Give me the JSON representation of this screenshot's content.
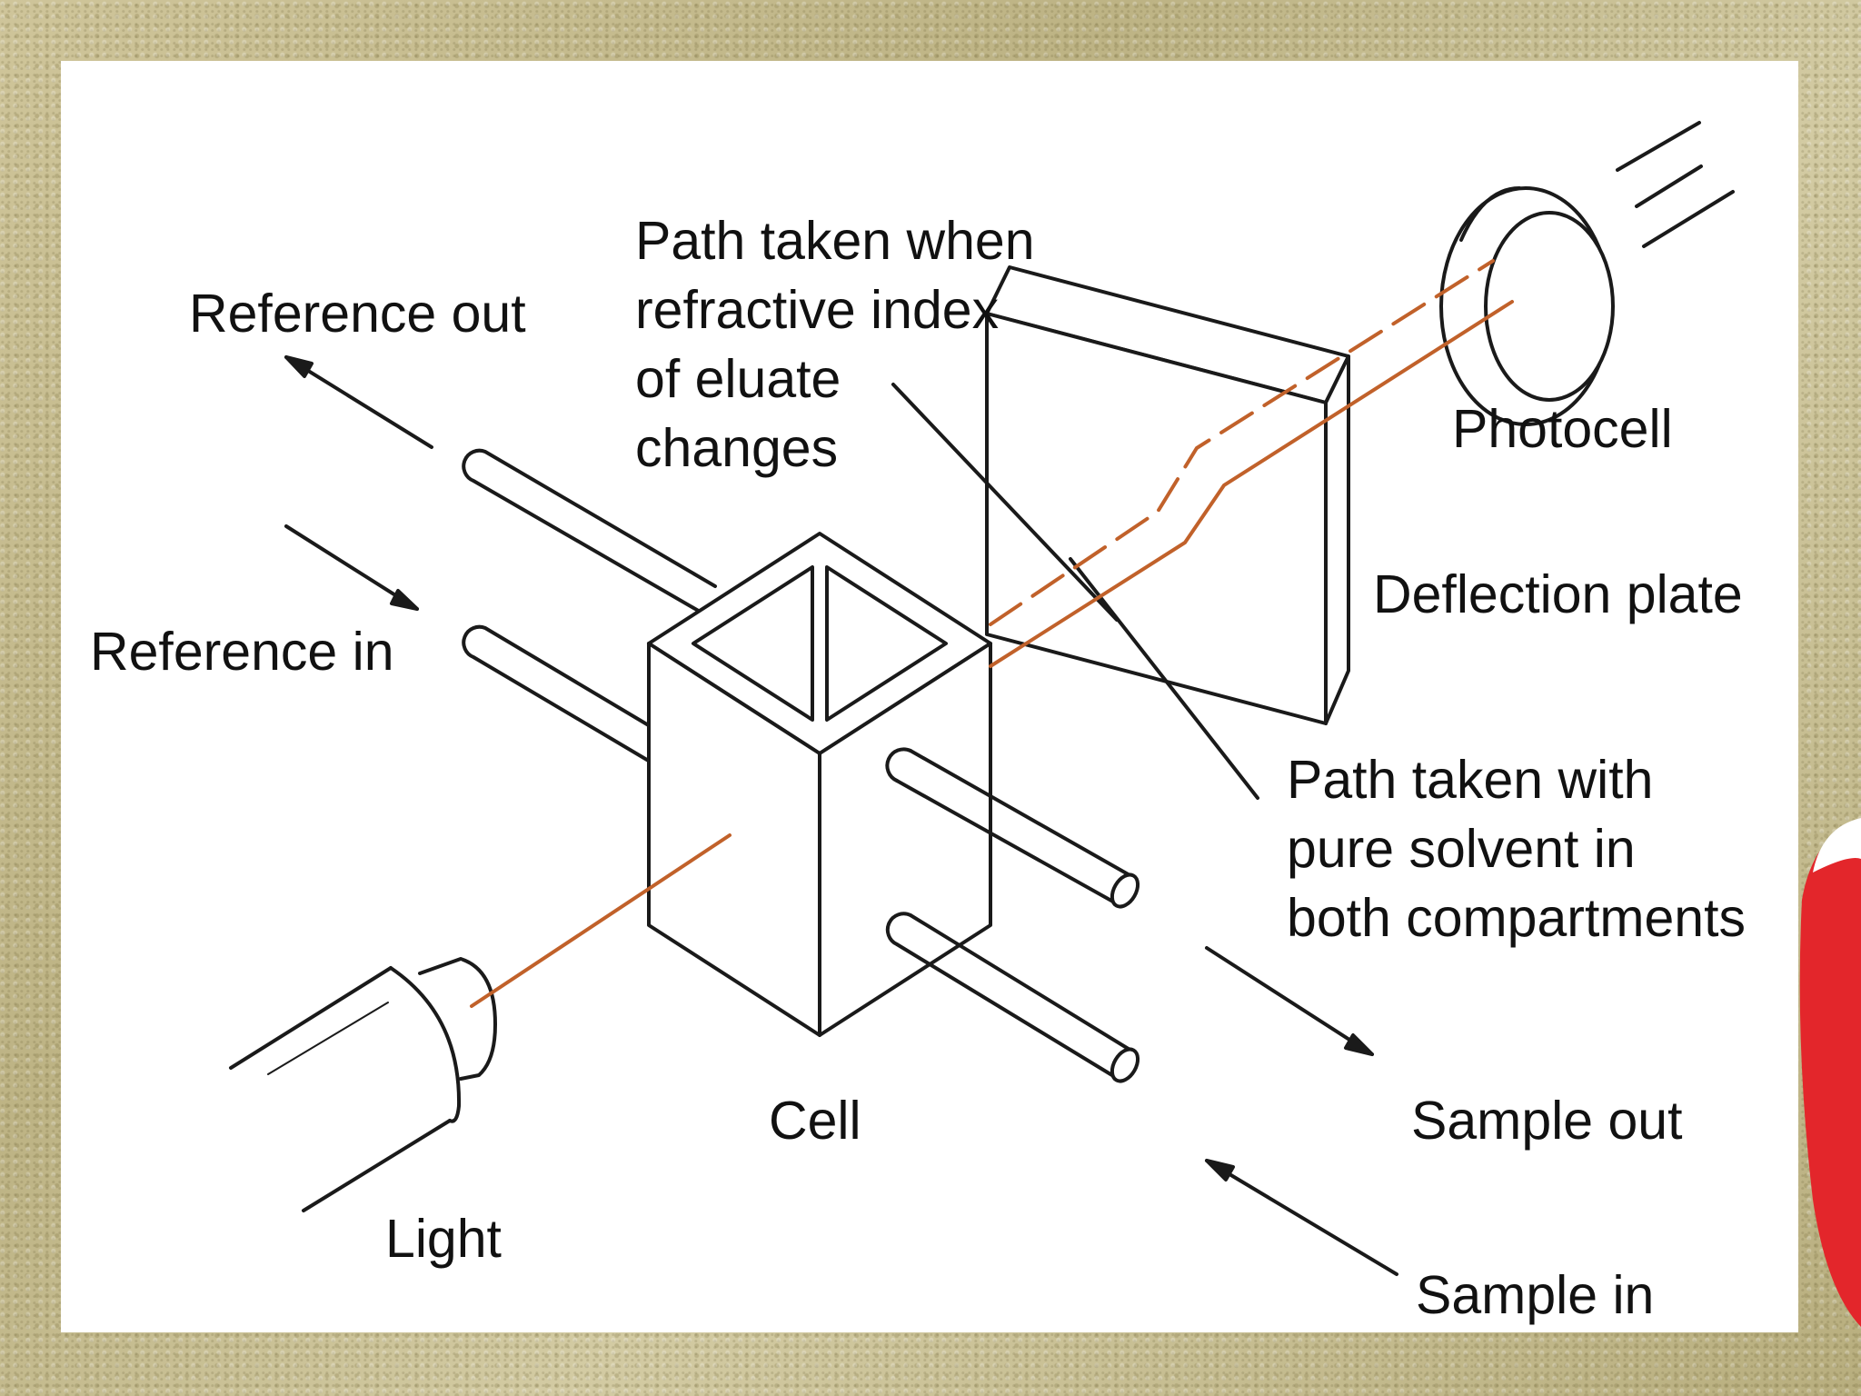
{
  "colors": {
    "beam": "#c1612a",
    "ink": "#1a1a1a",
    "slide": "#ffffff",
    "accent_red": "#e3262b"
  },
  "labels": {
    "reference_out": "Reference out",
    "reference_in": "Reference in",
    "path_when_changes": [
      "Path taken when",
      "refractive index",
      "of eluate",
      "changes"
    ],
    "photocell": "Photocell",
    "deflection_plate": "Deflection plate",
    "path_pure_solvent": [
      "Path taken with",
      "pure solvent in",
      "both compartments"
    ],
    "cell": "Cell",
    "sample_out": "Sample out",
    "light": "Light",
    "sample_in": "Sample in"
  }
}
